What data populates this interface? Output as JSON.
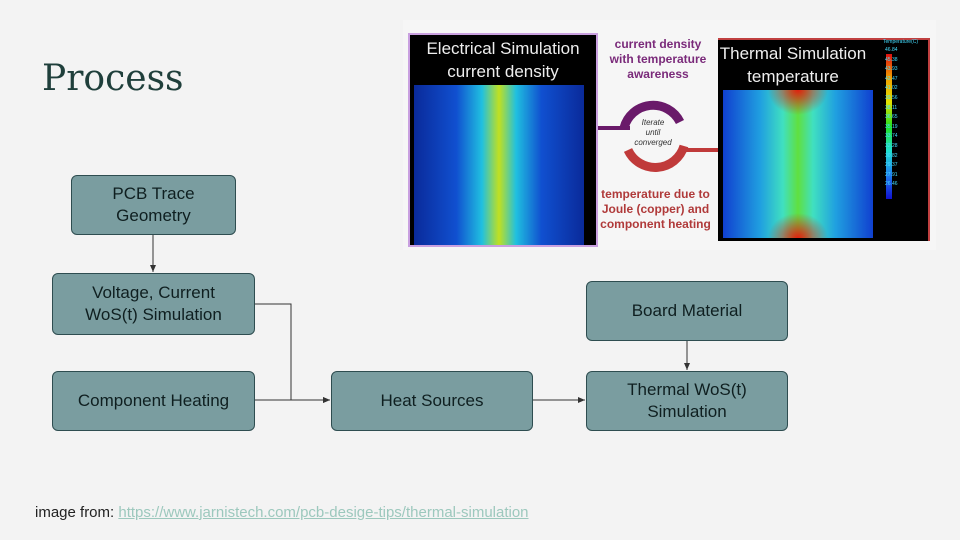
{
  "slide": {
    "title": "Process"
  },
  "diagram": {
    "nodes": [
      {
        "id": "pcb",
        "label": "PCB Trace\nGeometry"
      },
      {
        "id": "voltage",
        "label": "Voltage, Current\nWoS(t) Simulation"
      },
      {
        "id": "component",
        "label": "Component Heating"
      },
      {
        "id": "heat",
        "label": "Heat Sources"
      },
      {
        "id": "board",
        "label": "Board Material"
      },
      {
        "id": "thermal",
        "label": "Thermal WoS(t)\nSimulation"
      }
    ]
  },
  "figure": {
    "electrical_title": "Electrical Simulation\ncurrent density",
    "thermal_title": "Thermal Simulation\ntemperature",
    "top_caption": "current density\nwith temperature\nawareness",
    "loop_caption": "Iterate\nuntil\nconverged",
    "bottom_caption": "temperature due to\nJoule (copper) and\ncomponent heating",
    "legend_title": "Temperature(C)",
    "legend_values": [
      "46.84",
      "45.38",
      "43.93",
      "42.47",
      "41.02",
      "39.56",
      "38.11",
      "36.65",
      "35.19",
      "33.74",
      "32.28",
      "30.82",
      "29.37",
      "27.91",
      "26.46"
    ]
  },
  "credit": {
    "prefix": "image from: ",
    "link": "https://www.jarnistech.com/pcb-desige-tips/thermal-simulation"
  }
}
